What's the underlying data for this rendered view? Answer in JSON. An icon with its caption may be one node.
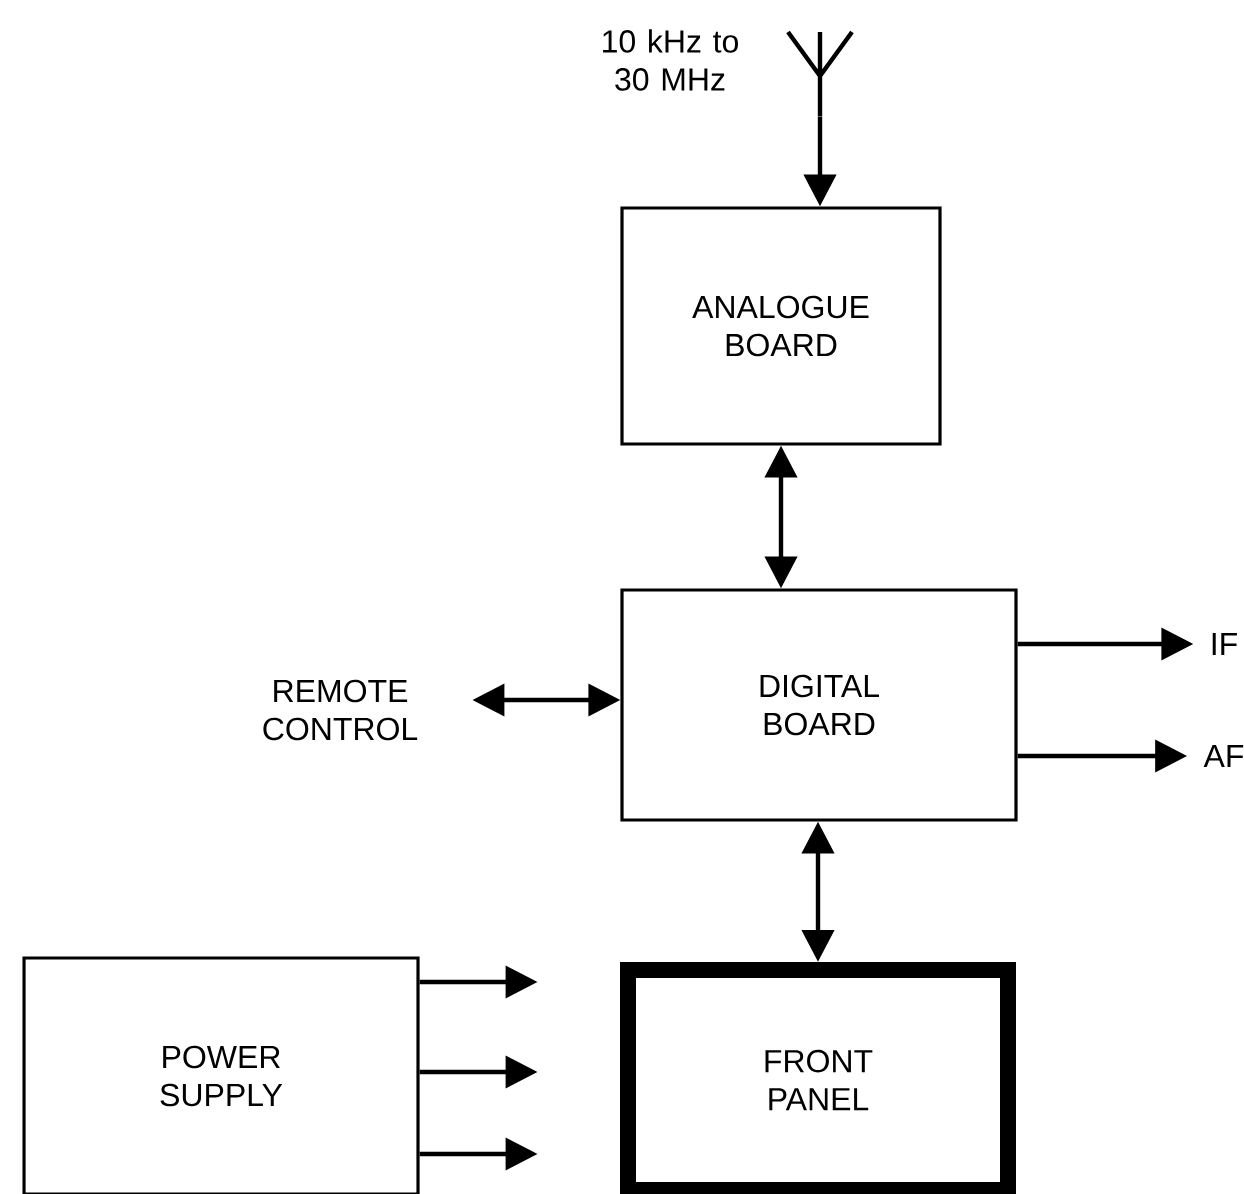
{
  "diagram": {
    "nodes": [
      {
        "text": [],
        "shape": "picture",
        "beside": [
          "10 kHz to 30 MHz"
        ]
      },
      {
        "text": [
          "ANALOGUE BOARD"
        ]
      },
      {
        "text": [
          "DIGITAL BOARD"
        ]
      },
      {
        "text": [
          "REMOTE CONTROL"
        ]
      },
      {
        "text": [
          "IF"
        ]
      },
      {
        "text": [
          "AF"
        ]
      },
      {
        "text": [
          "POWER SUPPLY"
        ]
      },
      {
        "text": [
          "FRONT PANEL"
        ]
      }
    ],
    "edges": [
      {
        "from": 0,
        "to": 1,
        "arrow": "to"
      },
      {
        "from": 1,
        "to": 2,
        "arrow": "both"
      },
      {
        "from": 3,
        "to": 2,
        "arrow": "both"
      },
      {
        "from": 2,
        "to": 4,
        "arrow": "to"
      },
      {
        "from": 2,
        "to": 5,
        "arrow": "to"
      },
      {
        "from": 2,
        "to": 7,
        "arrow": "both"
      },
      {
        "from": 6,
        "to": null,
        "arrow": "to"
      },
      {
        "from": 6,
        "to": null,
        "arrow": "to"
      },
      {
        "from": 6,
        "to": null,
        "arrow": "to"
      }
    ]
  }
}
